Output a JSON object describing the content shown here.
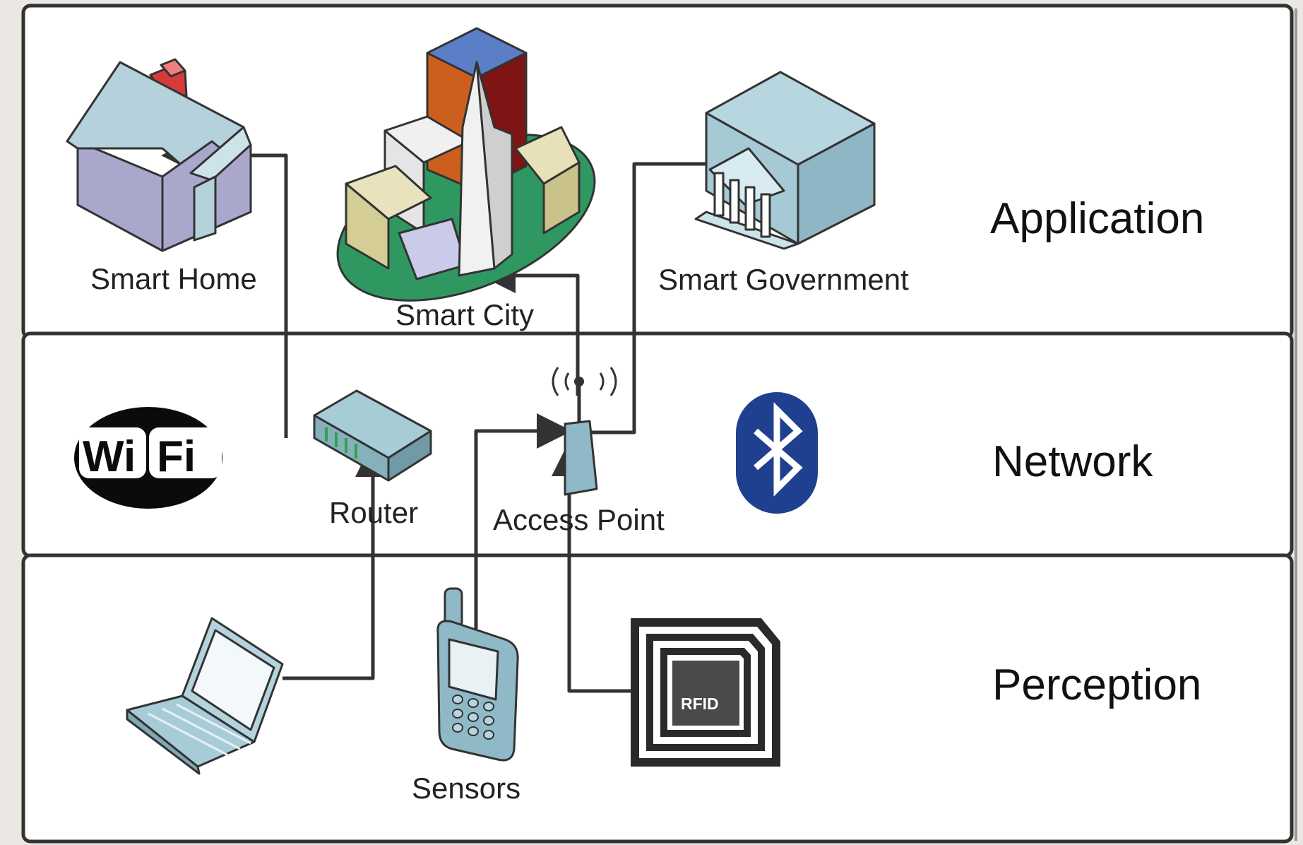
{
  "layers": [
    {
      "name": "Application"
    },
    {
      "name": "Network"
    },
    {
      "name": "Perception"
    }
  ],
  "nodes": {
    "smart_home": {
      "label": "Smart Home",
      "icon": "house-icon"
    },
    "smart_city": {
      "label": "Smart City",
      "icon": "city-icon"
    },
    "smart_government": {
      "label": "Smart Government",
      "icon": "government-building-icon"
    },
    "wifi": {
      "text_wi": "Wi",
      "text_fi": "Fi",
      "icon": "wifi-logo-icon"
    },
    "router": {
      "label": "Router",
      "icon": "router-icon"
    },
    "access_point": {
      "label": "Access Point",
      "icon": "access-point-icon"
    },
    "bluetooth": {
      "icon": "bluetooth-logo-icon",
      "color": "#1f3f8f"
    },
    "laptop": {
      "icon": "laptop-icon"
    },
    "sensors": {
      "label": "Sensors",
      "icon": "mobile-phone-icon"
    },
    "rfid": {
      "text": "RFID",
      "icon": "rfid-tag-icon"
    }
  },
  "connections": [
    {
      "from": "laptop",
      "to": "router"
    },
    {
      "from": "router",
      "to": "smart_home"
    },
    {
      "from": "sensors",
      "to": "access_point"
    },
    {
      "from": "rfid",
      "to": "access_point"
    },
    {
      "from": "access_point",
      "to": "smart_city"
    },
    {
      "from": "access_point",
      "to": "smart_government"
    }
  ]
}
